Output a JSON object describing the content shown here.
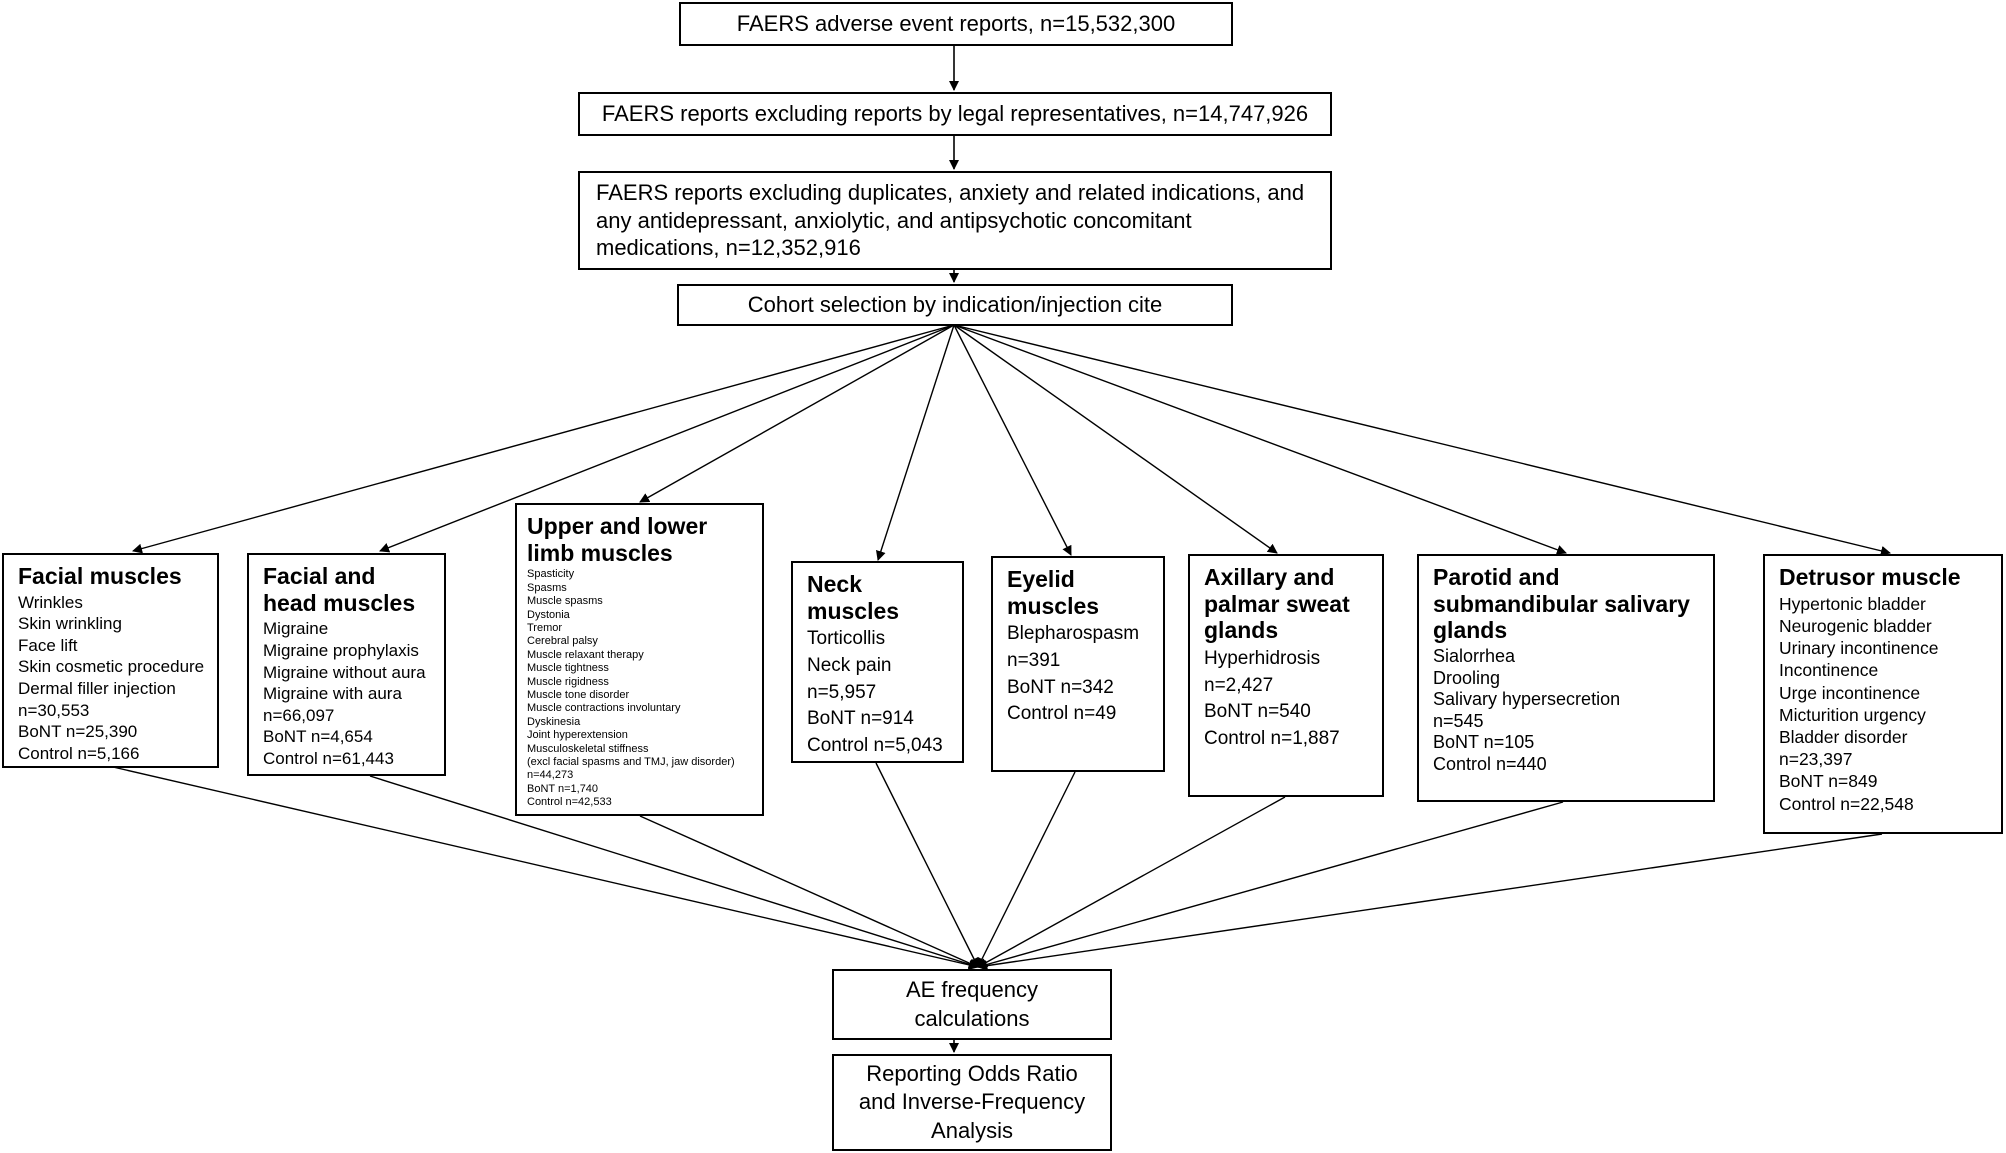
{
  "top_boxes": [
    {
      "text": "FAERS adverse event reports, n=15,532,300"
    },
    {
      "text": "FAERS  reports excluding reports by legal representatives, n=14,747,926"
    },
    {
      "text": "FAERS reports excluding duplicates, anxiety and related indications, and any antidepressant, anxiolytic, and antipsychotic concomitant medications, n=12,352,916"
    },
    {
      "text": "Cohort selection by indication/injection cite"
    }
  ],
  "cohorts": [
    {
      "title": "Facial muscles",
      "items": [
        "Wrinkles",
        "Skin wrinkling",
        "Face lift",
        "Skin cosmetic procedure",
        "Dermal filler injection",
        "n=30,553",
        "BoNT n=25,390",
        "Control n=5,166"
      ]
    },
    {
      "title": "Facial and head muscles",
      "items": [
        "Migraine",
        "Migraine prophylaxis",
        "Migraine without aura",
        "Migraine with aura",
        "n=66,097",
        "BoNT n=4,654",
        "Control n=61,443"
      ]
    },
    {
      "title": "Upper and lower limb muscles",
      "items": [
        "Spasticity",
        "Spasms",
        "Muscle spasms",
        "Dystonia",
        "Tremor",
        "Cerebral palsy",
        "Muscle relaxant therapy",
        "Muscle tightness",
        "Muscle rigidness",
        "Muscle tone disorder",
        "Muscle contractions involuntary",
        "Dyskinesia",
        "Joint hyperextension",
        "Musculoskeletal stiffness",
        "(excl facial spasms and TMJ, jaw disorder)",
        "n=44,273",
        "BoNT n=1,740",
        "Control n=42,533"
      ]
    },
    {
      "title": "Neck muscles",
      "items": [
        "Torticollis",
        "Neck pain",
        "n=5,957",
        "BoNT n=914",
        "Control n=5,043"
      ]
    },
    {
      "title": "Eyelid muscles",
      "items": [
        "Blepharospasm",
        "n=391",
        "BoNT n=342",
        "Control n=49"
      ]
    },
    {
      "title": "Axillary and palmar sweat glands",
      "items": [
        "Hyperhidrosis",
        "n=2,427",
        "BoNT n=540",
        "Control n=1,887"
      ]
    },
    {
      "title": "Parotid and submandibular salivary glands",
      "items": [
        "Sialorrhea",
        "Drooling",
        "Salivary hypersecretion",
        "n=545",
        "BoNT n=105",
        "Control n=440"
      ]
    },
    {
      "title": "Detrusor muscle",
      "items": [
        "Hypertonic bladder",
        "Neurogenic bladder",
        "Urinary incontinence",
        "Incontinence",
        "Urge incontinence",
        "Micturition urgency",
        "Bladder disorder",
        "n=23,397",
        "BoNT n=849",
        "Control n=22,548"
      ]
    }
  ],
  "bottom_boxes": [
    {
      "text": "AE frequency calculations"
    },
    {
      "text": "Reporting Odds Ratio and Inverse-Frequency Analysis"
    }
  ]
}
